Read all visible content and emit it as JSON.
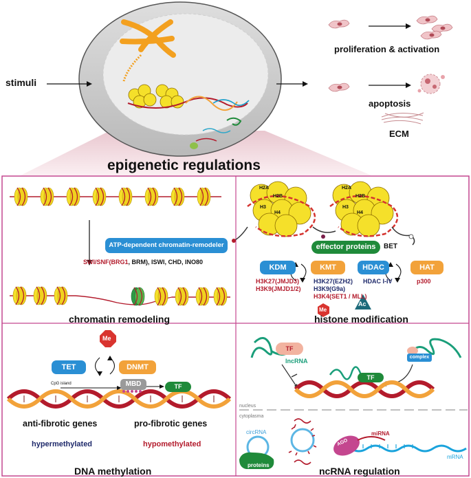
{
  "top": {
    "stimuli": "stimuli",
    "outcomes": [
      "proliferation & activation",
      "apoptosis",
      "ECM"
    ],
    "title": "epigenetic regulations"
  },
  "remodeling": {
    "remodeler": "ATP-dependent chromatin-remodeler",
    "complexes_prefix": "SWI/SNF(",
    "brg1": "BRG1",
    "complexes_rest": ", BRM), ISWI, CHD, INO80",
    "caption": "chromatin remodeling"
  },
  "histone": {
    "histones": [
      "H2A",
      "H2B",
      "H3",
      "H4"
    ],
    "effector": "effector proteins",
    "bet": "BET",
    "kdm": "KDM",
    "kmt": "KMT",
    "hdac": "HDAC",
    "hat": "HAT",
    "kdm_targets": [
      "H3K27(JMJD3)",
      "H3K9(JMJD1/2)"
    ],
    "kmt_targets": [
      "H3K27(EZH2)",
      "H3K9(G9a)",
      "H3K4(SET1 / MLL)"
    ],
    "hdac_targets": "HDAC I-IV",
    "hat_targets": "p300",
    "me": "Me",
    "ac": "Ac",
    "caption": "histone modification"
  },
  "dna": {
    "me": "Me",
    "tet": "TET",
    "dnmt": "DNMT",
    "mbd": "MBD",
    "tf": "TF",
    "cpg": "CpG island",
    "anti": "anti-fibrotic genes",
    "pro": "pro-fibrotic genes",
    "hyper": "hypermethylated",
    "hypo": "hypomethylated",
    "caption": "DNA methylation"
  },
  "ncrna": {
    "tf_left": "TF",
    "lncrna": "lncRNA",
    "tf_mid": "TF",
    "complex": "complex",
    "nucleus": "nucleus",
    "cytoplasma": "cytoplasma",
    "circrna": "circRNA",
    "proteins": "proteins",
    "mirna": "miRNA",
    "ago": "AGO",
    "mrna": "mRNA",
    "caption": "ncRNA regulation"
  },
  "colors": {
    "frame": "#c4468f",
    "blue": "#2a8fd4",
    "orange": "#f2a23a",
    "green": "#1f8a3a",
    "red": "#b31b2c",
    "navy": "#1f2a6b",
    "nucleosome": "#f5e02a"
  }
}
